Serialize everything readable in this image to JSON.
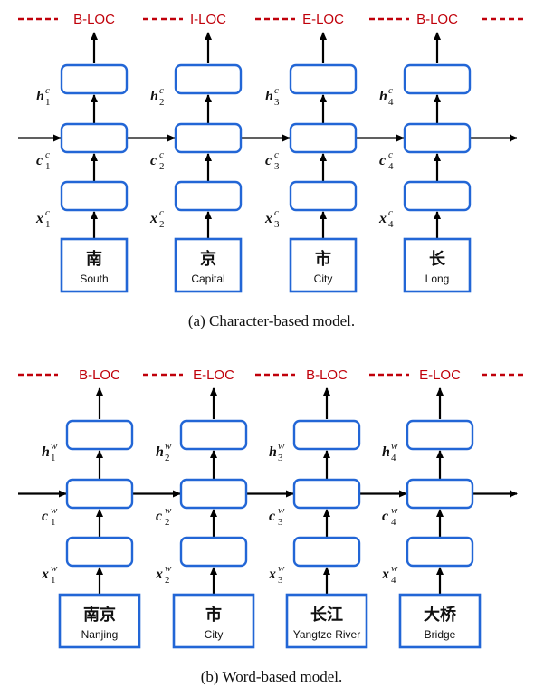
{
  "panels": [
    {
      "caption": "(a)  Character-based model.",
      "var_superscript": "c",
      "tags": [
        "B-LOC",
        "I-LOC",
        "E-LOC",
        "B-LOC"
      ],
      "inputs": [
        {
          "zh": "南",
          "en": "South"
        },
        {
          "zh": "京",
          "en": "Capital"
        },
        {
          "zh": "市",
          "en": "City"
        },
        {
          "zh": "长",
          "en": "Long"
        }
      ],
      "hidden_labels": [
        {
          "base": "h",
          "sub": "1"
        },
        {
          "base": "h",
          "sub": "2"
        },
        {
          "base": "h",
          "sub": "3"
        },
        {
          "base": "h",
          "sub": "4"
        }
      ],
      "cell_labels": [
        {
          "base": "c",
          "sub": "1"
        },
        {
          "base": "c",
          "sub": "2"
        },
        {
          "base": "c",
          "sub": "3"
        },
        {
          "base": "c",
          "sub": "4"
        }
      ],
      "input_labels": [
        {
          "base": "x",
          "sub": "1"
        },
        {
          "base": "x",
          "sub": "2"
        },
        {
          "base": "x",
          "sub": "3"
        },
        {
          "base": "x",
          "sub": "4"
        }
      ]
    },
    {
      "caption": "(b)  Word-based model.",
      "var_superscript": "w",
      "tags": [
        "B-LOC",
        "E-LOC",
        "B-LOC",
        "E-LOC"
      ],
      "inputs": [
        {
          "zh": "南京",
          "en": "Nanjing"
        },
        {
          "zh": "市",
          "en": "City"
        },
        {
          "zh": "长江",
          "en": "Yangtze River"
        },
        {
          "zh": "大桥",
          "en": "Bridge"
        }
      ],
      "hidden_labels": [
        {
          "base": "h",
          "sub": "1"
        },
        {
          "base": "h",
          "sub": "2"
        },
        {
          "base": "h",
          "sub": "3"
        },
        {
          "base": "h",
          "sub": "4"
        }
      ],
      "cell_labels": [
        {
          "base": "c",
          "sub": "1"
        },
        {
          "base": "c",
          "sub": "2"
        },
        {
          "base": "c",
          "sub": "3"
        },
        {
          "base": "c",
          "sub": "4"
        }
      ],
      "input_labels": [
        {
          "base": "x",
          "sub": "1"
        },
        {
          "base": "x",
          "sub": "2"
        },
        {
          "base": "x",
          "sub": "3"
        },
        {
          "base": "x",
          "sub": "4"
        }
      ]
    }
  ],
  "colors": {
    "tag": "#c0000a",
    "box_border": "#2266d6",
    "arrow": "#000000"
  }
}
